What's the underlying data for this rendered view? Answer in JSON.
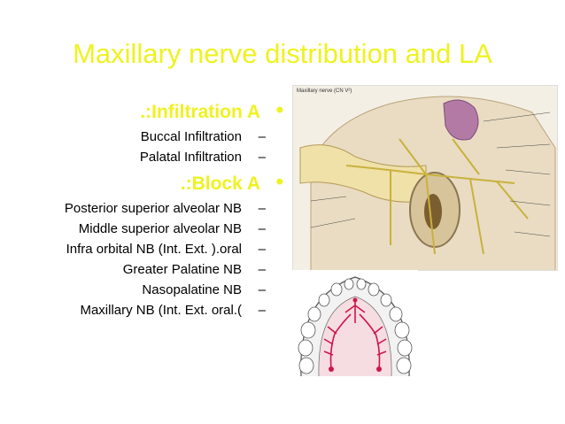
{
  "title": "Maxillary nerve distribution and LA",
  "sections": [
    {
      "heading": ".:Infiltration A",
      "items": [
        "Buccal Infiltration",
        "Palatal Infiltration"
      ]
    },
    {
      "heading": ".:Block A",
      "items": [
        "Posterior superior alveolar NB",
        "Middle superior alveolar NB",
        "Infra orbital NB (Int. Ext. ).oral",
        "Greater Palatine NB",
        "Nasopalatine NB",
        ").Maxillary NB (Int. Ext. oral"
      ]
    }
  ],
  "figure_caption": "Maxillary nerve (CN V²)",
  "bullet_glyph": "•",
  "dash_glyph": "–",
  "colors": {
    "accent": "#eef21f"
  }
}
